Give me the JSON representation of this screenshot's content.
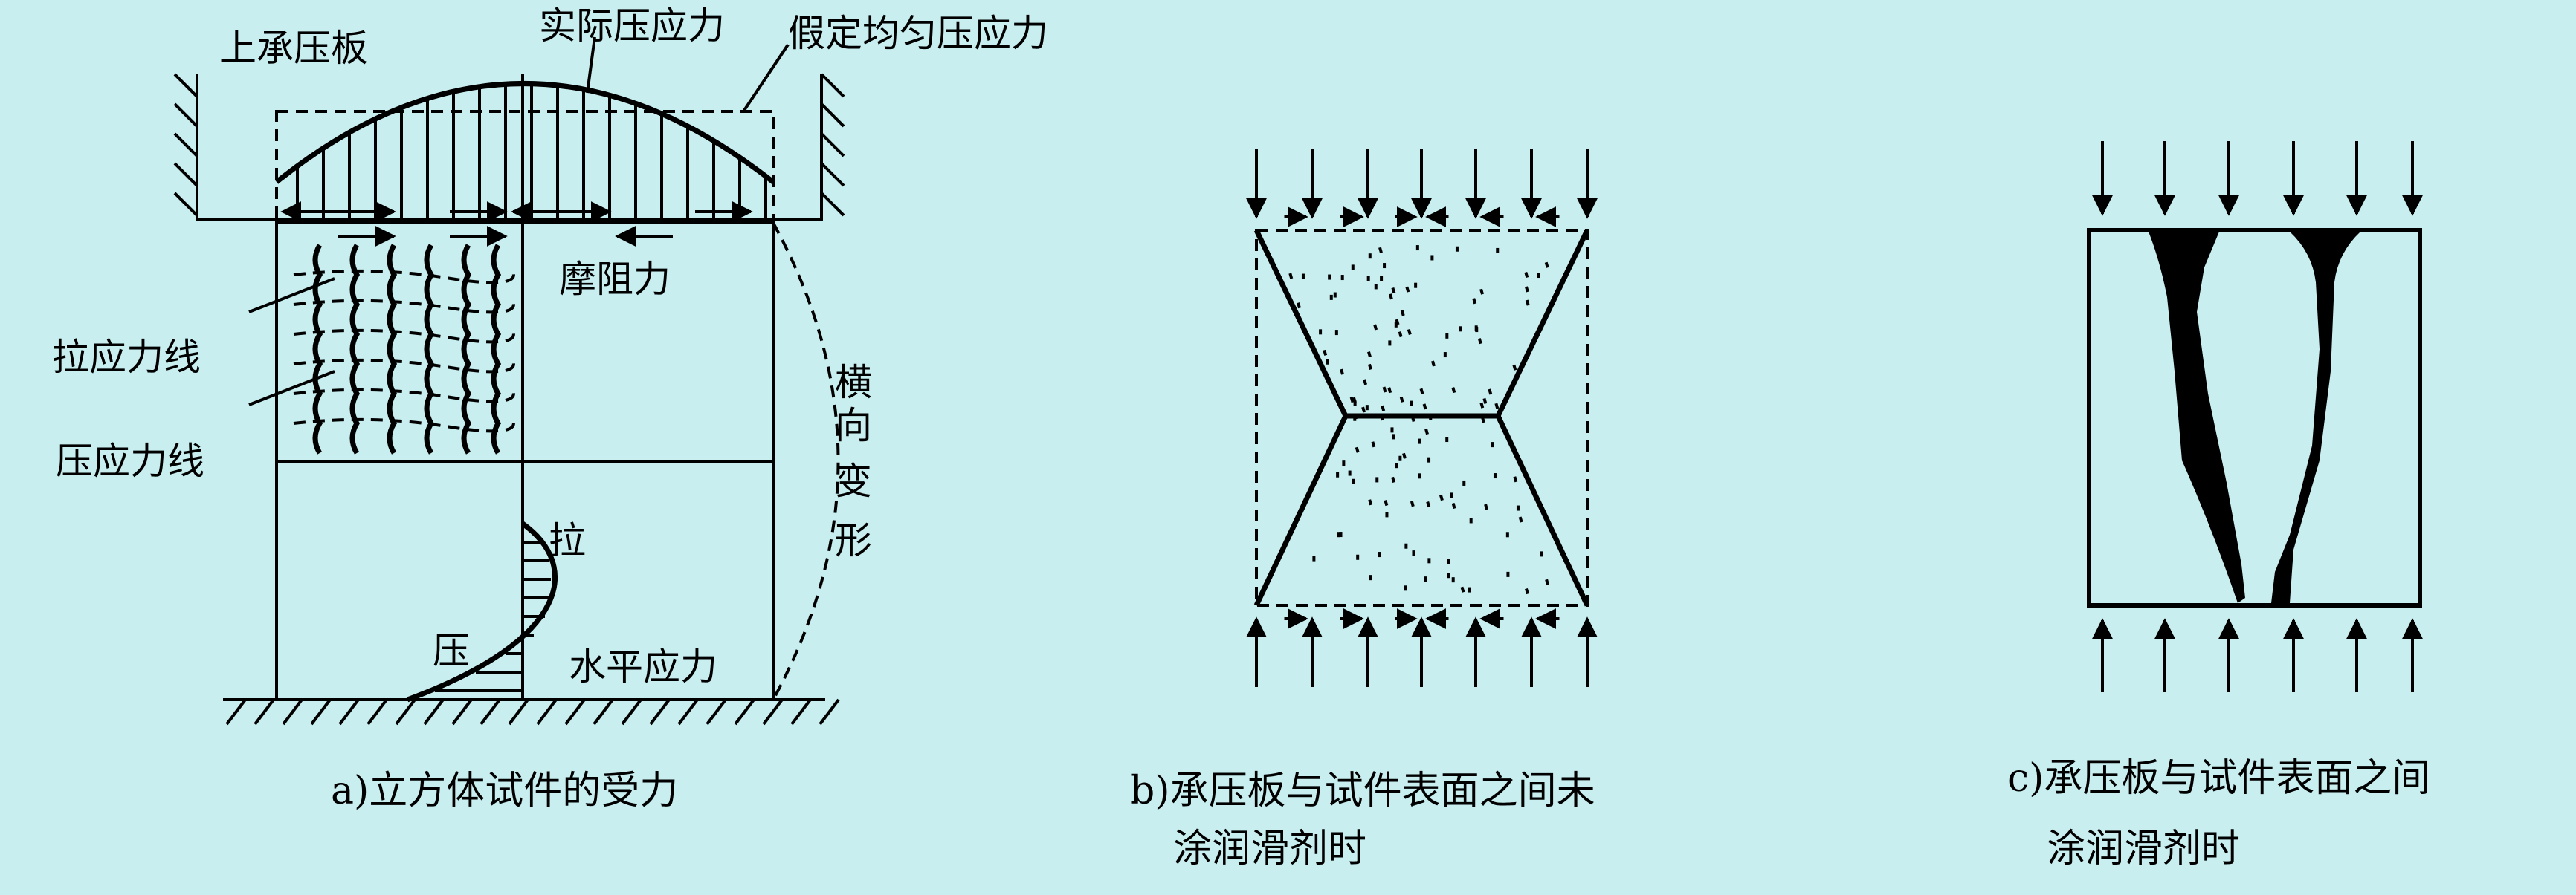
{
  "figure_a": {
    "label_upper_plate": "上承压板",
    "label_actual_stress": "实际压应力",
    "label_assumed_stress": "假定均匀压应力",
    "label_friction": "摩阻力",
    "label_tension_lines": "拉应力线",
    "label_compression_lines": "压应力线",
    "label_lateral_deformation": [
      "横",
      "向",
      "变",
      "形"
    ],
    "label_tension": "拉",
    "label_compression": "压",
    "label_horizontal_stress": "水平应力",
    "caption": "a)立方体试件的受力"
  },
  "figure_b": {
    "caption_line1": "b)承压板与试件表面之间未",
    "caption_line2": "涂润滑剂时"
  },
  "figure_c": {
    "caption_line1": "c)承压板与试件表面之间",
    "caption_line2": "涂润滑剂时"
  },
  "colors": {
    "background": "#C8EEF0",
    "ink": "#000000"
  }
}
